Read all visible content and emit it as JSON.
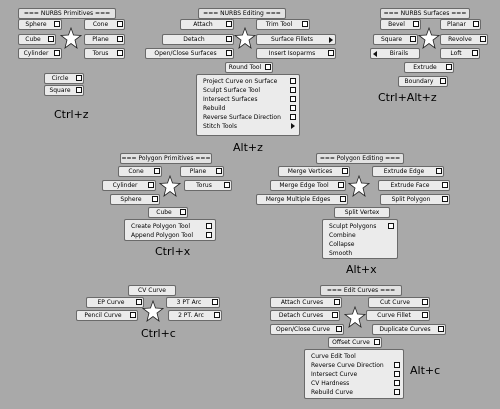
{
  "colors": {
    "background": "#a9a9a9",
    "button": "#ebebeb",
    "border": "#6a6a6a"
  },
  "nurbs_primitives": {
    "title": "=== NURBS Primitives ===",
    "sphere": "Sphere",
    "cone": "Cone",
    "cube": "Cube",
    "plane": "Plane",
    "cylinder": "Cylinder",
    "torus": "Torus",
    "circle": "Circle",
    "square": "Square",
    "hotkey": "Ctrl+z"
  },
  "nurbs_editing": {
    "title": "=== NURBS Editing ===",
    "attach": "Attach",
    "trim_tool": "Trim Tool",
    "detach": "Detach",
    "surface_fillets": "Surface Fillets",
    "open_close": "Open/Close Surfaces",
    "insert_isoparms": "Insert Isoparms",
    "round_tool": "Round Tool",
    "menu": [
      "Project Curve on Surface",
      "Sculpt Surface Tool",
      "Intersect Surfaces",
      "Rebuild",
      "Reverse Surface Direction",
      "Stitch Tools"
    ],
    "hotkey": "Alt+z"
  },
  "nurbs_surfaces": {
    "title": "=== NURBS Surfaces ===",
    "bevel": "Bevel",
    "planar": "Planar",
    "square": "Square",
    "revolve": "Revolve",
    "birails": "Birails",
    "loft": "Loft",
    "extrude": "Extrude",
    "boundary": "Boundary",
    "hotkey": "Ctrl+Alt+z"
  },
  "polygon_primitives": {
    "title": "=== Polygon Primitives ===",
    "cone": "Cone",
    "plane": "Plane",
    "cylinder": "Cylinder",
    "torus": "Torus",
    "sphere": "Sphere",
    "cube": "Cube",
    "menu": [
      "Create Polygon Tool",
      "Append Polygon Tool"
    ],
    "hotkey": "Ctrl+x"
  },
  "polygon_editing": {
    "title": "=== Polygon Editing ===",
    "merge_vertices": "Merge Vertices",
    "extrude_edge": "Extrude Edge",
    "merge_edge_tool": "Merge Edge Tool",
    "extrude_face": "Extrude Face",
    "merge_multiple_edges": "Merge Multiple Edges",
    "split_polygon": "Split Polygon",
    "split_vertex": "Split Vertex",
    "menu": [
      "Sculpt Polygons",
      "Combine",
      "Collapse",
      "Smooth"
    ],
    "hotkey": "Alt+x"
  },
  "curve_create": {
    "cv_curve": "CV Curve",
    "ep_curve": "EP Curve",
    "three_pt_arc": "3 PT Arc",
    "pencil_curve": "Pencil Curve",
    "two_pt_arc": "2 PT. Arc",
    "hotkey": "Ctrl+c"
  },
  "edit_curves": {
    "title": "=== Edit Curves ===",
    "attach_curves": "Attach Curves",
    "cut_curve": "Cut Curve",
    "detach_curves": "Detach Curves",
    "curve_fillet": "Curve Fillet",
    "open_close_curve": "Open/Close Curve",
    "duplicate_curves": "Duplicate Curves",
    "offset_curve": "Offset Curve",
    "menu": [
      "Curve Edit Tool",
      "Reverse Curve Direction",
      "Intersect Curve",
      "CV Hardness",
      "Rebuild Curve"
    ],
    "hotkey": "Alt+c"
  }
}
